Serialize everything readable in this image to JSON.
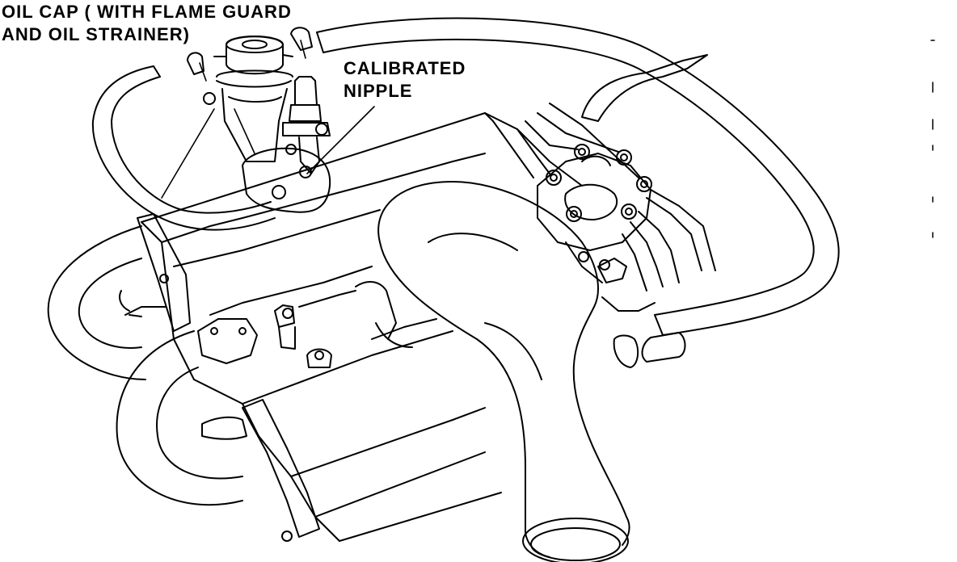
{
  "labels": {
    "oil_cap_line1": "OIL CAP ( WITH FLAME GUARD",
    "oil_cap_line2": "AND OIL STRAINER)",
    "nipple_line1": "CALIBRATED",
    "nipple_line2": "NIPPLE"
  },
  "colors": {
    "ink": "#000000",
    "paper": "#ffffff"
  }
}
